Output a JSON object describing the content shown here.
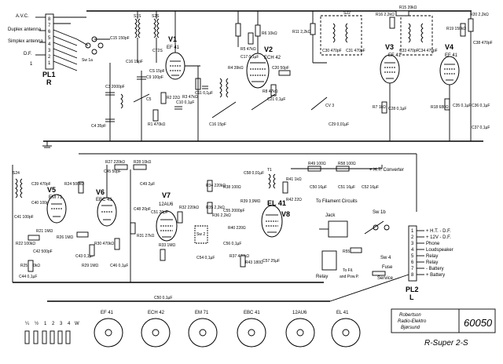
{
  "title_block": {
    "company": [
      "Robertson",
      "Radio-Elektro",
      "Bjørsund"
    ],
    "drawing_number": "60050",
    "model": "R-Super 2-S"
  },
  "connectors": {
    "pl1": {
      "label": "PL1",
      "sub": "R",
      "inputs": [
        "A.V.C.",
        "Duplex antenna",
        "Simplex antenna",
        "D.F.",
        "1"
      ],
      "pins": [
        "8",
        "7",
        "6",
        "5",
        "4",
        "3",
        "2",
        "1"
      ]
    },
    "pl2": {
      "label": "PL2",
      "sub": "L",
      "pins": [
        "1",
        "2",
        "3",
        "4",
        "5",
        "6",
        "7",
        "8"
      ],
      "functions": [
        "+ H.T. - D.F.",
        "+ 12V - D.F.",
        "Phone",
        "Loudspeaker",
        "Relay",
        "Relay",
        "- Battery",
        "+ Battery"
      ]
    }
  },
  "tubes": [
    {
      "id": "V1",
      "type": "EF 41"
    },
    {
      "id": "V2",
      "type": "ECH 42"
    },
    {
      "id": "V3",
      "type": "EF 41"
    },
    {
      "id": "V4",
      "type": "EF 41"
    },
    {
      "id": "V5",
      "type": "EM 71"
    },
    {
      "id": "V6",
      "type": "EBC 41"
    },
    {
      "id": "V7",
      "type": "12AU6"
    },
    {
      "id": "V8",
      "type": "EL 41"
    }
  ],
  "pinouts": [
    "EF 41",
    "ECH 42",
    "EM 71",
    "EBC 41",
    "12AU6",
    "EL 41"
  ],
  "resistor_ratings": [
    "¼",
    "½",
    "1",
    "2",
    "3",
    "4",
    "W"
  ],
  "labels": {
    "ht_converter": "+ H.T. Converter",
    "filament": "To Filament Circuits",
    "jack": "Jack",
    "sw1b": "Sw 1b",
    "sw4": "Sw 4",
    "fuse": "Fuse",
    "service": "Service",
    "relay": "Relay",
    "to_fil": "To Fil. and Pow.P.",
    "sw2": "Sw 2",
    "sw1a": "Sw 1a"
  },
  "components": {
    "c15": "C15 150pF",
    "c16": "C16 15pF",
    "s1s": "S1S",
    "s2s": "S2S",
    "ct2s": "CT2S",
    "cs": "CS 15pF",
    "c3": "C3 2000pF",
    "c4": "C4 35pF",
    "c9": "C9 100pF",
    "c5": "C5",
    "r2": "R2 22Ω",
    "c10": "C10 0,1µF",
    "r1": "R1 470kΩ",
    "c11": "C11 0,1µF",
    "r3": "R3 47kΩ",
    "r4": "R4 39kΩ",
    "c17": "C17 0,1µF",
    "r6": "R6 10kΩ",
    "r5": "R5 47kΩ",
    "c20": "C20 50pF",
    "r8": "R8 47kΩ",
    "c21": "C21 0,1µF",
    "r11": "R11 2,2kΩ",
    "c30": "C30 470pF",
    "c31": "C31 470pF",
    "s22": "S22",
    "r15": "R15 39kΩ",
    "r16": "R16 2,2kΩ",
    "c33": "C33 470pF",
    "c34": "C34 470pF",
    "r7": "R7 1kΩ",
    "c29": "C29 0,01µF",
    "r20": "R20 2,2kΩ",
    "r19": "R19 150kΩ",
    "c38": "C38 470pF",
    "c28": "C28 0,1µF",
    "r18": "R18 680Ω",
    "c35": "C35 0,1µF",
    "c36": "C36 0,1µF",
    "c37": "C37 0,1µF",
    "c39": "C39 470pF",
    "r24": "R24 500kΩ",
    "c40": "C40 100pF",
    "c41": "C41 100pF",
    "r21": "R21 1MΩ",
    "r22": "R22 100kΩ",
    "r26": "R26 1MΩ",
    "c42": "C42 500pF",
    "r25": "R25 470kΩ",
    "c44": "C44 0,1µF",
    "c43": "C43 0,1µF",
    "r29": "R29 1MΩ",
    "r30": "R30 470kΩ",
    "c46": "C46 0,1µF",
    "r27": "R27 220kΩ",
    "r28": "R28 10kΩ",
    "c45": "C45 50pF",
    "c49": "C49 2µF",
    "c48": "C48 20pF",
    "c51": "C51 20pF",
    "r31": "R31 27kΩ",
    "r32": "R32 220kΩ",
    "r33": "R33 1MΩ",
    "r34": "R34 220kΩ",
    "r35": "R35 2,2kΩ",
    "r36": "R36 2,2kΩ",
    "r38": "R38 100Ω",
    "c58": "C58 0,01µF",
    "c54": "C54 0,1µF",
    "c55": "C55 2000pF",
    "c56": "C56 0,1µF",
    "c57": "C57 25µF",
    "r37": "R37 470kΩ",
    "r40": "R40 220Ω",
    "r43": "R43 180Ω",
    "r39": "R39 3,9MΩ",
    "r49": "R49 100Ω",
    "r58": "R58 100Ω",
    "c50": "C50 16µF",
    "c51b": "C51 16µF",
    "c52": "C52 16µF",
    "r41": "R41 1kΩ",
    "r42": "R42 22Ω",
    "r55": "R55 8Ω",
    "c50b": "C50 0,1µF",
    "t1": "T1",
    "s24": "S24"
  }
}
